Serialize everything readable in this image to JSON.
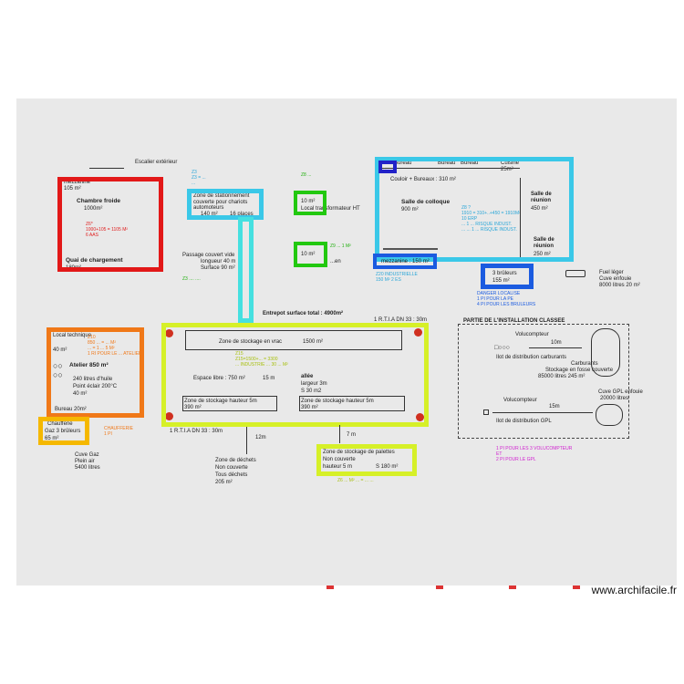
{
  "colors": {
    "red": "#e21818",
    "cyan": "#3ac8e8",
    "cyan_light": "#45e0e0",
    "green": "#22c810",
    "blue": "#1b5be0",
    "dark_blue": "#2222c8",
    "orange": "#f07818",
    "gold": "#f5b800",
    "yellow": "#d6f028",
    "note_red": "#e02020",
    "note_cyan": "#2aa6d8",
    "note_green": "#22b010",
    "note_orange": "#f07818",
    "note_yellow": "#a8c010",
    "note_magenta": "#d020d0",
    "note_blue": "#1b5be0"
  },
  "top_left": {
    "escalier": "Escalier extérieur",
    "mezzanine": "mezzanine",
    "mezzanine_area": "105 m²",
    "chambre_froide": "Chambre froide",
    "chambre_froide_area": "1000m²",
    "quai": "Quai de chargement",
    "quai_area": "180m²"
  },
  "red_note": [
    "Z6*",
    "1000+105 = 1105 M²",
    "6 AAS"
  ],
  "cyan_notes_left": [
    "Z3",
    "Z3 = ...",
    "..."
  ],
  "parking": {
    "title": "Zone de stationnement couverte pour chariots automoteurs",
    "area": "140 m²",
    "places": "16 places"
  },
  "passage": {
    "title": "Passage couvert vide",
    "length": "longueur 40 m",
    "surface": "Surface 90 m²"
  },
  "passage_note": "Z3 .... ....",
  "local_transfo": {
    "area": "10 m²",
    "label": "Local transformateur HT"
  },
  "local_2": {
    "area": "10 m²",
    "label": "...en"
  },
  "green_notes": [
    "Z8 ...",
    "Z9 ... 1 M²"
  ],
  "offices": {
    "bureau": "Bureau",
    "bureau_2": "Bureau",
    "bureau_3": "Bureau",
    "cuisine": "Cuisine",
    "cuisine_area": "25m²",
    "small_area": "1 m²",
    "couloir": "Couloir + Bureaux : 310 m²",
    "salle_colloque": "Salle de colloque",
    "salle_colloque_area": "900 m²",
    "salle_reunion_1": "Salle de réunion",
    "salle_reunion_1_area": "450 m²",
    "salle_reunion_2": "Salle de réunion",
    "salle_reunion_2_area": "250 m²",
    "mezzanine": "mezzanine : 150 m²"
  },
  "office_notes": [
    "Z8 ?",
    "1910 = 310+..+450 = 1910M²",
    "10 ERP",
    "... 1 ... RISQUE INDUST.",
    "... ... 1 ... RISQUE INDUST."
  ],
  "mezz_note": [
    "Z20 INDUSTRIELLE",
    "150 M² 2 ES"
  ],
  "bruleurs": {
    "title": "3 brûleurs",
    "area": "155 m²",
    "note_1": "DANGER LOCALISE",
    "note_2": "1 PI POUR LA PE",
    "note_3": "4 PI POUR LES BRULEURS"
  },
  "fuel": {
    "title": "Fuel léger",
    "cuve": "Cuve enfouie",
    "volume": "8000 litres 20 m²"
  },
  "entrepot": {
    "label": "Entrepot surface total : 4900m²",
    "zone_vrac": "Zone de stockage en vrac",
    "zone_vrac_area": "1500 m²",
    "espace_libre": "Espace libre : 750 m²",
    "dist_15": "15 m",
    "allee": "allée",
    "largeur": "largeur 3m",
    "s30": "S 30 m2",
    "zone_5m_1": "Zone de stockage hauteur 5m",
    "zone_5m_1_area": "390 m²",
    "zone_5m_2": "Zone de stockage hauteur 5m",
    "zone_5m_2_area": "390 m²",
    "rtia_top": "1 R.T.I.A DN 33 : 30m",
    "rtia_bottom": "1 R.T.I.A DN 33 : 30m"
  },
  "entrepot_note": [
    "Z15",
    "Z15=1500+... = 3300",
    "... INDUSTRIE ... 30 ... M²"
  ],
  "atelier": {
    "local_technique": "Local technique",
    "local_technique_area": "40 m²",
    "title": "Atelier 850 m²",
    "huile": "240 litres d'huile",
    "point_eclair": "Point éclair 200°C",
    "area": "40 m²",
    "bureau": "Bureau 20m²"
  },
  "atelier_note": [
    "Z10",
    "850 ... = ... M²",
    "... = 1 ... 5 M²",
    "1 RI POUR LE ... ATELIER"
  ],
  "chaufferie": {
    "title": "Chaufferie",
    "gaz": "Gaz 3 brûleurs",
    "area": "65 m²"
  },
  "chaufferie_note": [
    "CHAUFFERIE",
    "1 PI"
  ],
  "cuve_gaz": {
    "title": "Cuve Gaz",
    "plein_air": "Plein air",
    "litres": "5400 litres"
  },
  "dechets": {
    "dist": "12m",
    "title": "Zone de déchets",
    "couverte": "Non couverte",
    "tous": "Tous déchets",
    "area": "205 m²"
  },
  "palettes": {
    "dist": "7 m",
    "title": "Zone de stockage de palettes",
    "couverte": "Non couverte",
    "hauteur": "hauteur 5 m",
    "surface": "S 180 m²",
    "note": "Z6 ... M² ... = ... ..."
  },
  "classee": {
    "title": "PARTIE DE L'INSTALLATION CLASSEE",
    "volucompteur_1": "Volucompteur",
    "dist_10": "10m",
    "ilot_carburants": "Ilot de distribution carburants",
    "carburants": "Carburants",
    "stockage": "Stockage en fosse couverte",
    "stockage_vol": "85000 litres 245 m²",
    "volucompteur_2": "Volucompteur",
    "dist_15": "15m",
    "ilot_gpl": "Ilot de distribution GPL",
    "cuve_gpl": "Cuve GPL enfouie",
    "cuve_gpl_vol": "20000 litres"
  },
  "magenta_note": [
    "1 PI POUR LES 3 VOLUCOMPTEUR",
    "ET",
    "2 PI POUR LE GPL"
  ],
  "watermark": "www.archifacile.fr"
}
